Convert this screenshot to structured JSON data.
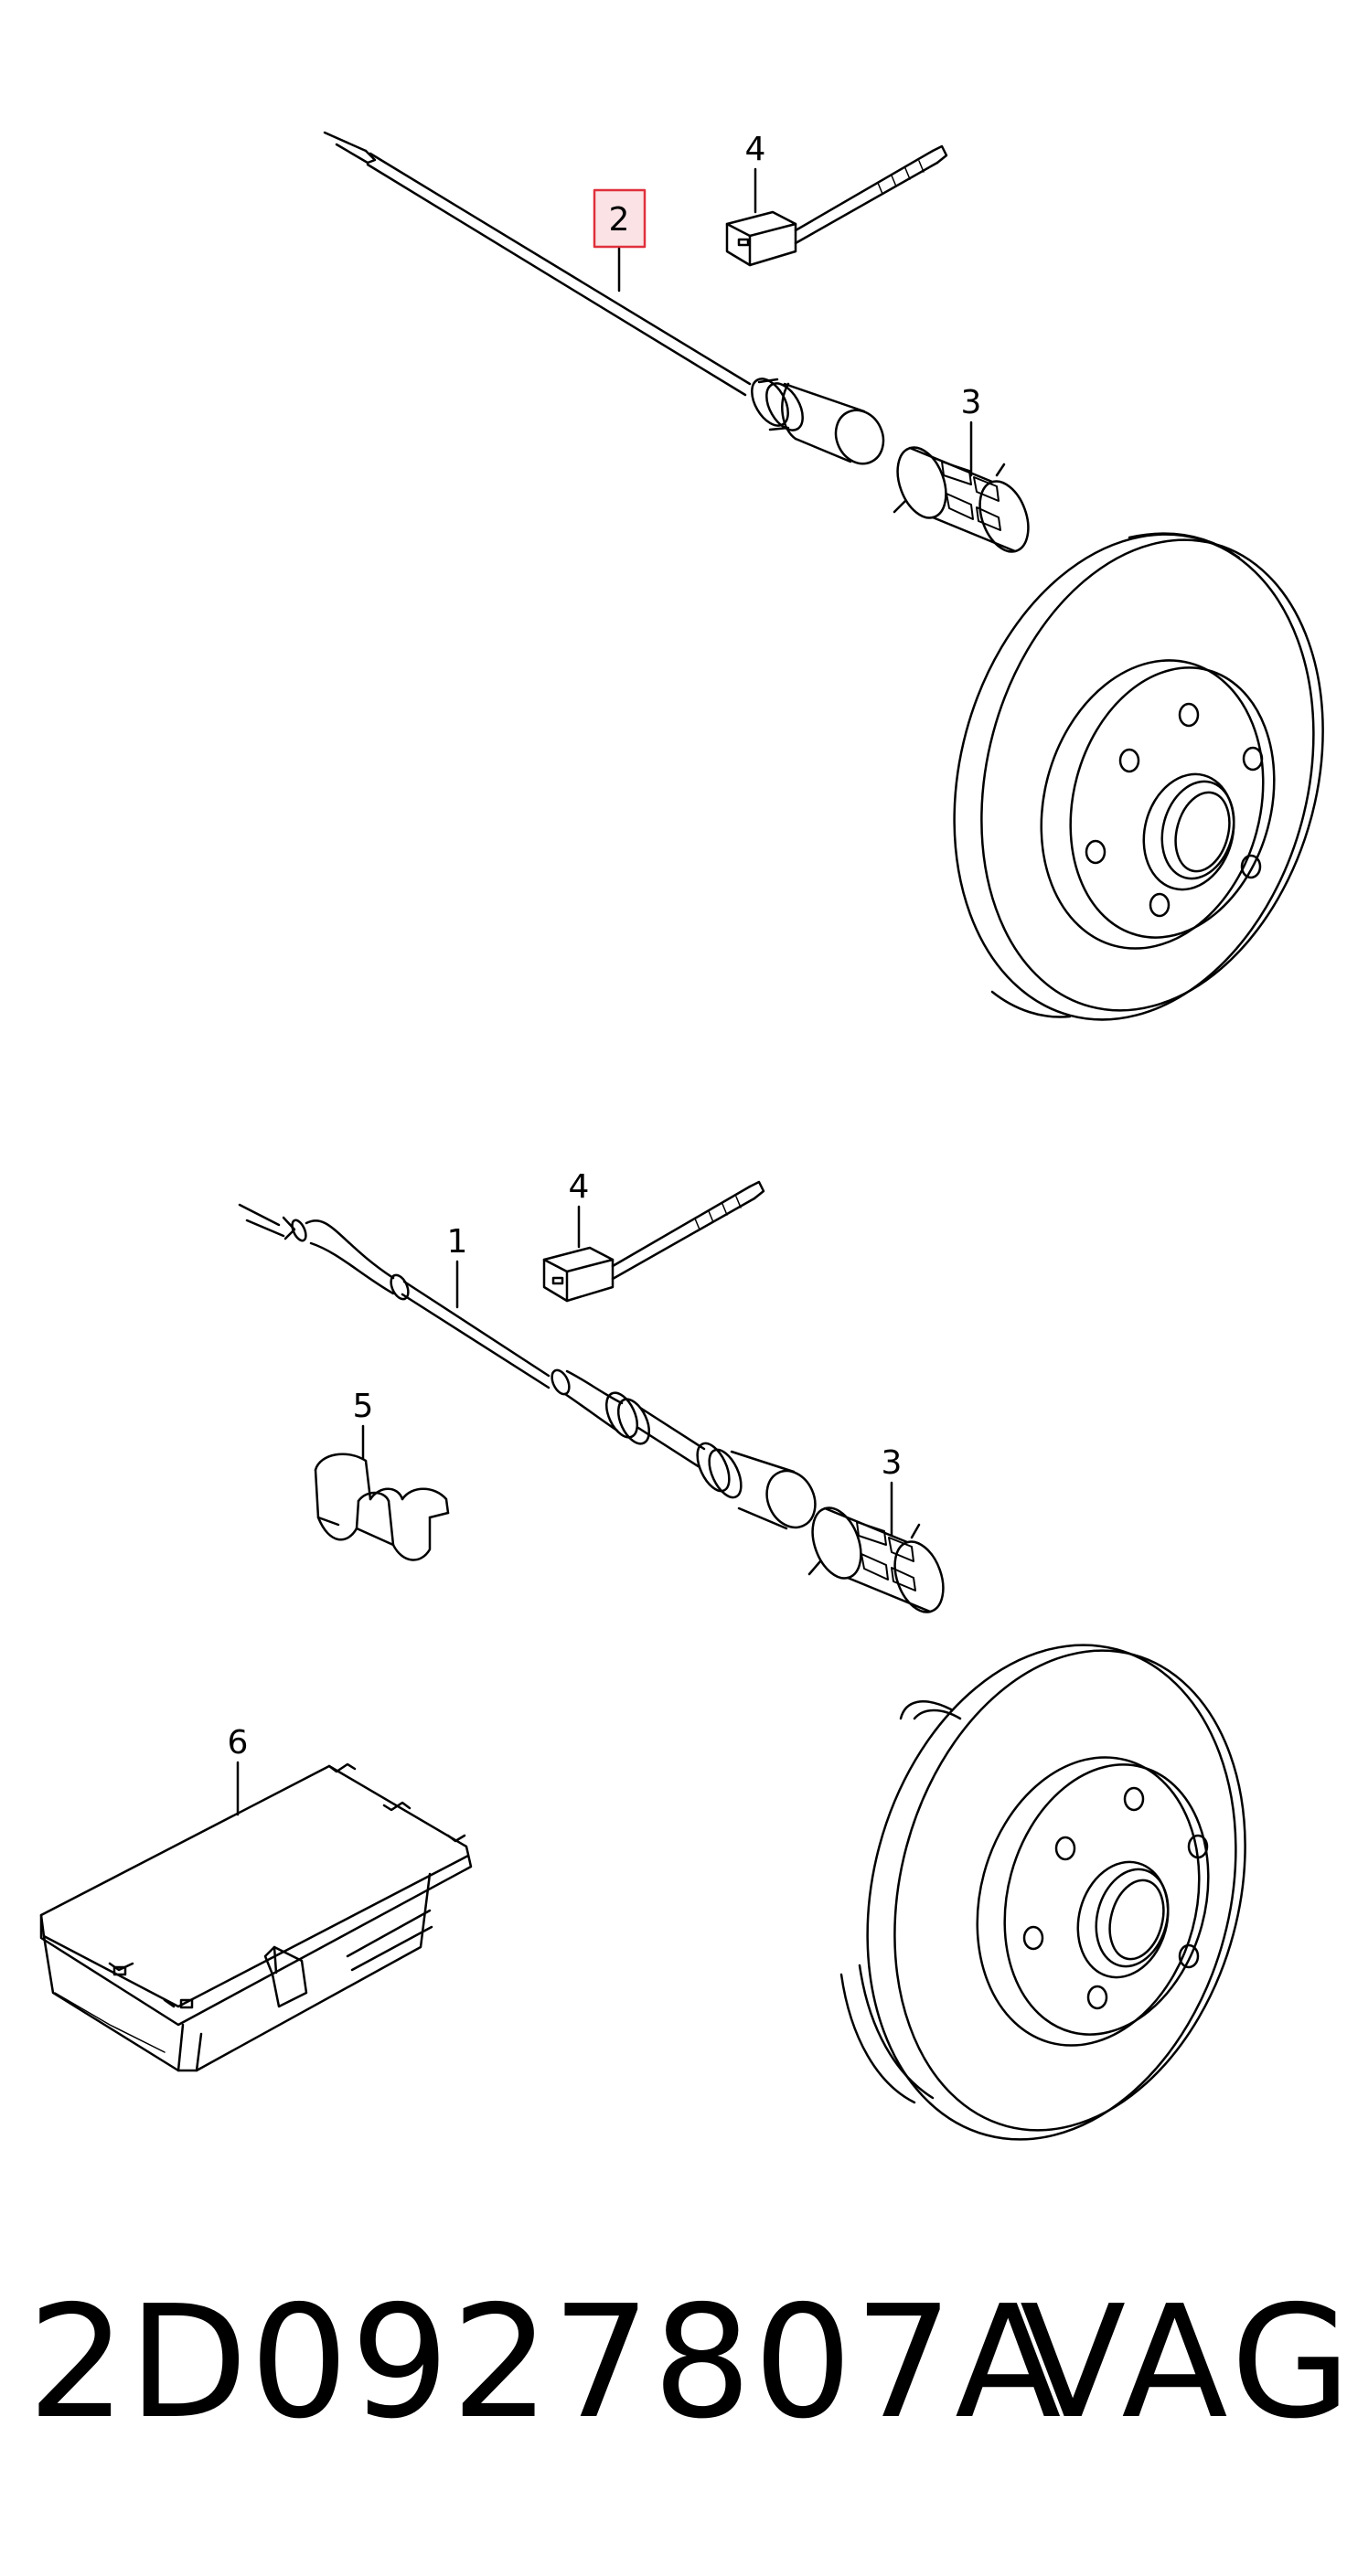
{
  "callouts": {
    "top_sensor": "2",
    "top_tie": "4",
    "top_sleeve": "3",
    "bottom_sensor": "1",
    "bottom_tie": "4",
    "bottom_clip": "5",
    "bottom_sleeve": "3",
    "control_unit": "6"
  },
  "highlight_color": "#e0303c",
  "footer": {
    "part_number": "2D0927807A",
    "brand": "VAG"
  }
}
